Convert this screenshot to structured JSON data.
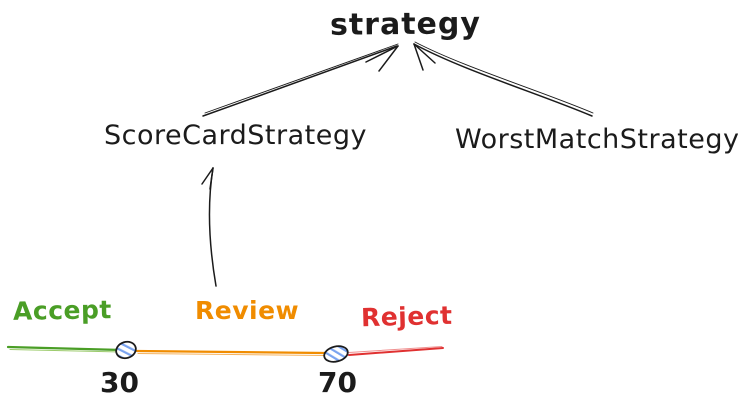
{
  "diagram": {
    "root_class": "strategy",
    "subclasses": [
      {
        "label": "ScoreCardStrategy"
      },
      {
        "label": "WorstMatchStrategy"
      }
    ],
    "relationships": [
      {
        "from": "ScoreCardStrategy",
        "to": "strategy",
        "type": "arrow"
      },
      {
        "from": "WorstMatchStrategy",
        "to": "strategy",
        "type": "arrow"
      },
      {
        "from": "score-scale",
        "to": "ScoreCardStrategy",
        "type": "arrow"
      }
    ],
    "ink_color": "#1b1b1b",
    "score_scale": {
      "zones": [
        {
          "label": "Accept",
          "color": "#4a9e26"
        },
        {
          "label": "Review",
          "color": "#f08c00"
        },
        {
          "label": "Reject",
          "color": "#e03131"
        }
      ],
      "thresholds": [
        {
          "value": "30"
        },
        {
          "value": "70"
        }
      ],
      "marker_fill_color": "#79a3f0",
      "marker_outline_color": "#1b1b1b"
    }
  }
}
